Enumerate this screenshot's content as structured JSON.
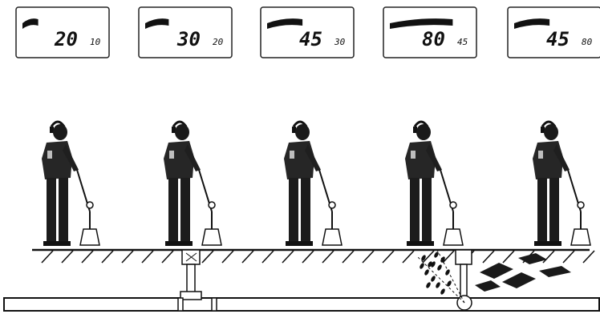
{
  "meters": [
    {
      "current": "20",
      "previous": "10",
      "level": 0.2
    },
    {
      "current": "30",
      "previous": "20",
      "level": 0.3
    },
    {
      "current": "45",
      "previous": "30",
      "level": 0.45
    },
    {
      "current": "80",
      "previous": "45",
      "level": 0.8
    },
    {
      "current": "45",
      "previous": "80",
      "level": 0.45
    }
  ],
  "colors": {
    "ink": "#111111",
    "paper": "#ffffff",
    "panel_border": "#222222"
  },
  "icons": [
    "headphone-icon",
    "ground-microphone-icon",
    "valve-icon",
    "water-leak-icon",
    "brick-rubble-icon"
  ]
}
